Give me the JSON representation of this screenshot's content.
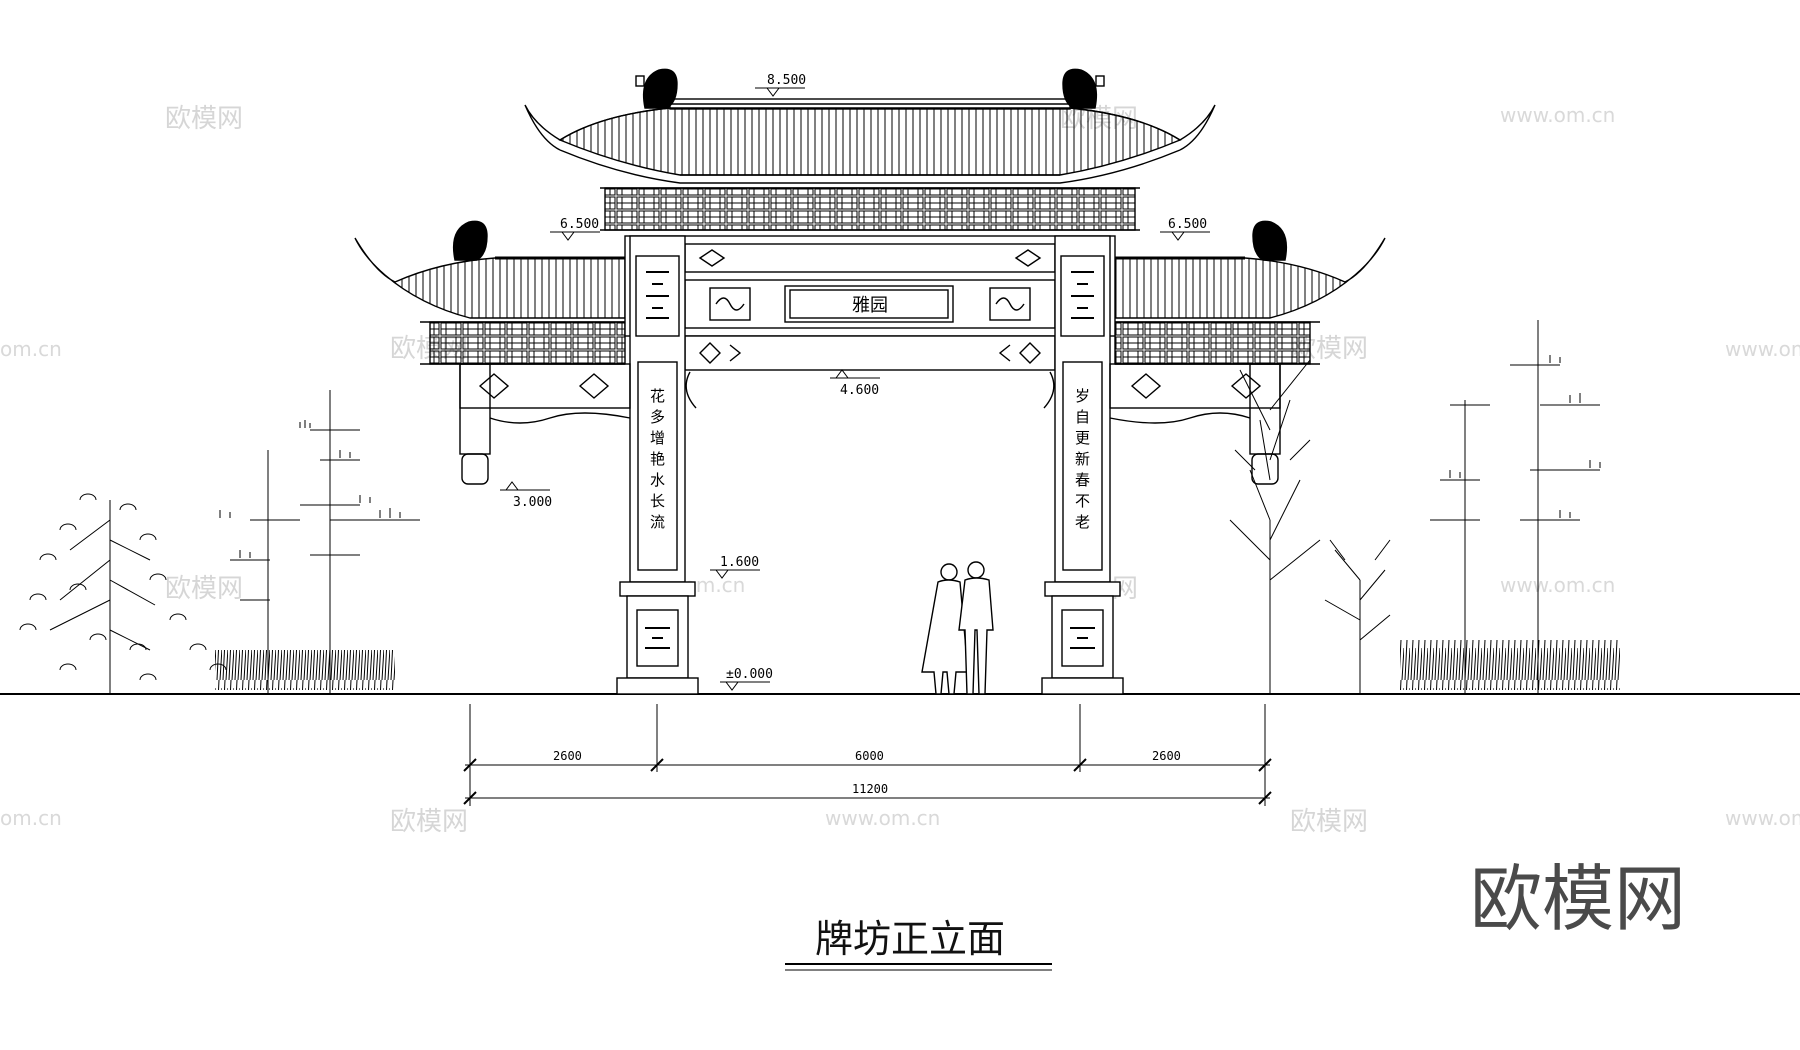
{
  "brand": "欧模网",
  "watermarks": {
    "cn": "欧模网",
    "url": "www.om.cn",
    "url_partial": "om.cn"
  },
  "drawing_title": "牌坊正立面",
  "plaque": "雅园",
  "couplet_left": "花多增艳水长流",
  "couplet_right": "岁自更新春不老",
  "elevations": {
    "ridge_main": "8.500",
    "ridge_side_left": "6.500",
    "ridge_side_right": "6.500",
    "beam_main": "4.600",
    "beam_side": "3.000",
    "base_top": "1.600",
    "ground": "±0.000"
  },
  "dimensions": {
    "left_bay": "2600",
    "middle_bay": "6000",
    "right_bay": "2600",
    "total": "11200"
  }
}
